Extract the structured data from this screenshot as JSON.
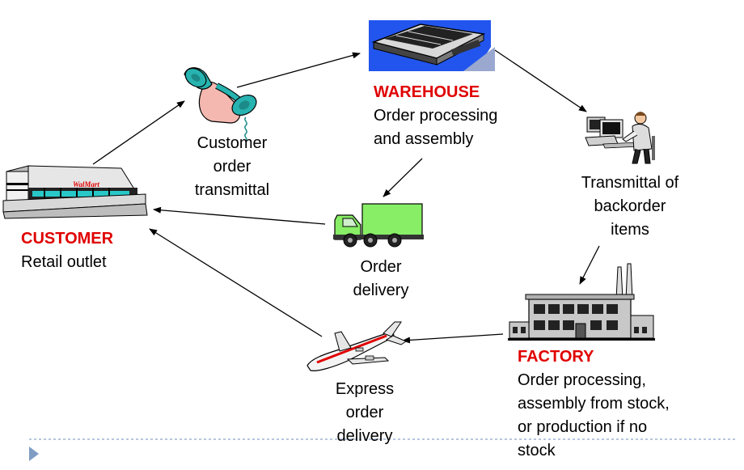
{
  "nodes": {
    "warehouse": {
      "title": "WAREHOUSE",
      "lines": [
        "Order processing",
        "and assembly"
      ]
    },
    "customer": {
      "title": "CUSTOMER",
      "lines": [
        "Retail outlet"
      ]
    },
    "factory": {
      "title": "FACTORY",
      "lines": [
        "Order processing,",
        "assembly from stock,",
        "or production if no",
        "stock"
      ]
    },
    "phone": {
      "lines": [
        "Customer",
        "order",
        "transmittal"
      ]
    },
    "computer": {
      "lines": [
        "Transmittal of",
        "backorder",
        "items"
      ]
    },
    "truck": {
      "lines": [
        "Order",
        "delivery"
      ]
    },
    "plane": {
      "lines": [
        "Express",
        "order",
        "delivery"
      ]
    }
  },
  "store_sign": "WalMart",
  "colors": {
    "title_red": "#e00000",
    "truck_green": "#88ee66",
    "arrow": "#000000",
    "footer_line": "#8aa4c8",
    "footer_marker": "#7f9cc4"
  }
}
